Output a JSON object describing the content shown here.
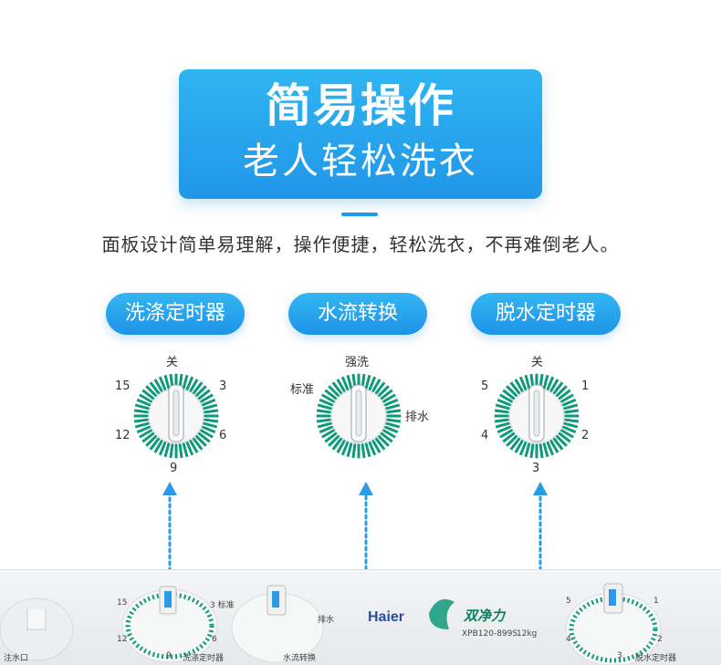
{
  "hero": {
    "title": "简易操作",
    "subtitle": "老人轻松洗衣"
  },
  "description": "面板设计简单易理解，操作便捷，轻松洗衣，不再难倒老人。",
  "pills": [
    "洗涤定时器",
    "水流转换",
    "脱水定时器"
  ],
  "knobs": {
    "wash": {
      "top": "关",
      "left_top": "15",
      "right_top": "3",
      "left_bottom": "12",
      "right_bottom": "6",
      "bottom": "9"
    },
    "flow": {
      "top": "强洗",
      "left": "标准",
      "right": "排水"
    },
    "spin": {
      "top": "关",
      "left_top": "5",
      "right_top": "1",
      "left_bottom": "4",
      "right_bottom": "2",
      "bottom": "3"
    }
  },
  "panel": {
    "inlet": "注水口",
    "wash_label": "洗涤定时器",
    "wash_15": "15",
    "wash_3": "3 标准",
    "wash_12": "12",
    "wash_6": "6",
    "wash_9": "9",
    "flow_label": "水流转换",
    "flow_drain": "排水",
    "brand": "Haier",
    "series": "双净力",
    "model": "XPB120-899S",
    "capacity": "12kg",
    "spin_label": "脱水定时器",
    "spin_5": "5",
    "spin_1": "1",
    "spin_4": "4",
    "spin_2": "2",
    "spin_3": "3"
  },
  "colors": {
    "accent": "#1e93e6",
    "dial_green": "#0e9a7a",
    "arrow": "#2a9be8"
  }
}
